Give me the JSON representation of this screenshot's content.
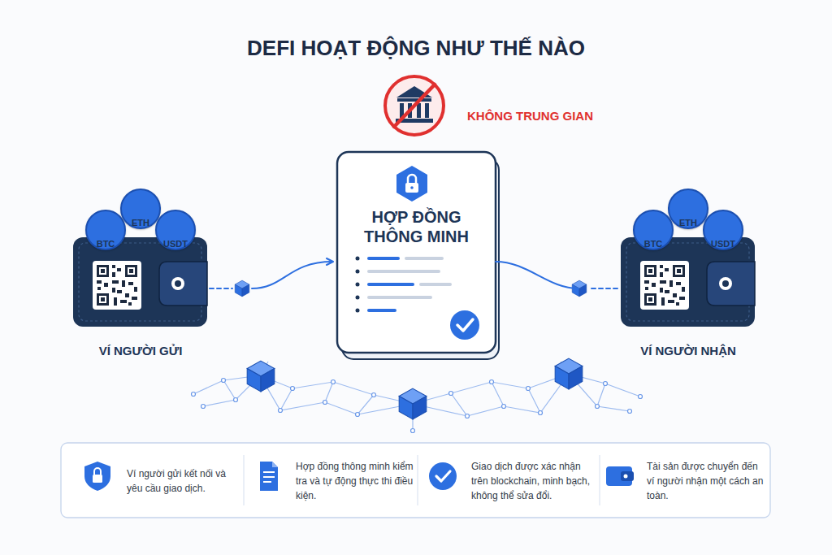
{
  "diagram": {
    "title": "DEFI HOẠT ĐỘNG NHƯ THẾ NÀO",
    "nodes": [
      {
        "text": [
          "VÍ NGƯỜI GỬI"
        ]
      },
      {
        "text": [
          "BTC"
        ],
        "in": 0
      },
      {
        "text": [
          "ETH"
        ],
        "in": 0
      },
      {
        "text": [
          "USDT"
        ],
        "in": 0
      },
      {
        "text": [
          "HỢP ĐỒNG THÔNG MINH"
        ]
      },
      {
        "text": [
          "VÍ NGƯỜI NHẬN"
        ]
      },
      {
        "text": [
          "BTC"
        ],
        "in": 5
      },
      {
        "text": [
          "ETH"
        ],
        "in": 5
      },
      {
        "text": [
          "USDT"
        ],
        "in": 5
      },
      {
        "text": [
          "Ví người gửi kết nối và yêu cầu giao dịch."
        ]
      },
      {
        "text": [
          "Hợp đồng thông minh kiểm tra và tự động thực thi điều kiện."
        ]
      },
      {
        "text": [
          "Giao dịch được xác nhận trên blockchain, minh bạch, không thể sửa đổi."
        ]
      },
      {
        "text": [
          "Tài sản được chuyển đến ví người nhận một cách an toàn."
        ]
      }
    ],
    "edges": [
      {
        "from": 0,
        "to": 4,
        "arrow": "to"
      },
      {
        "from": 4,
        "to": 5,
        "arrow": "none"
      }
    ],
    "labels": [
      "KHÔNG TRUNG GIAN"
    ]
  }
}
